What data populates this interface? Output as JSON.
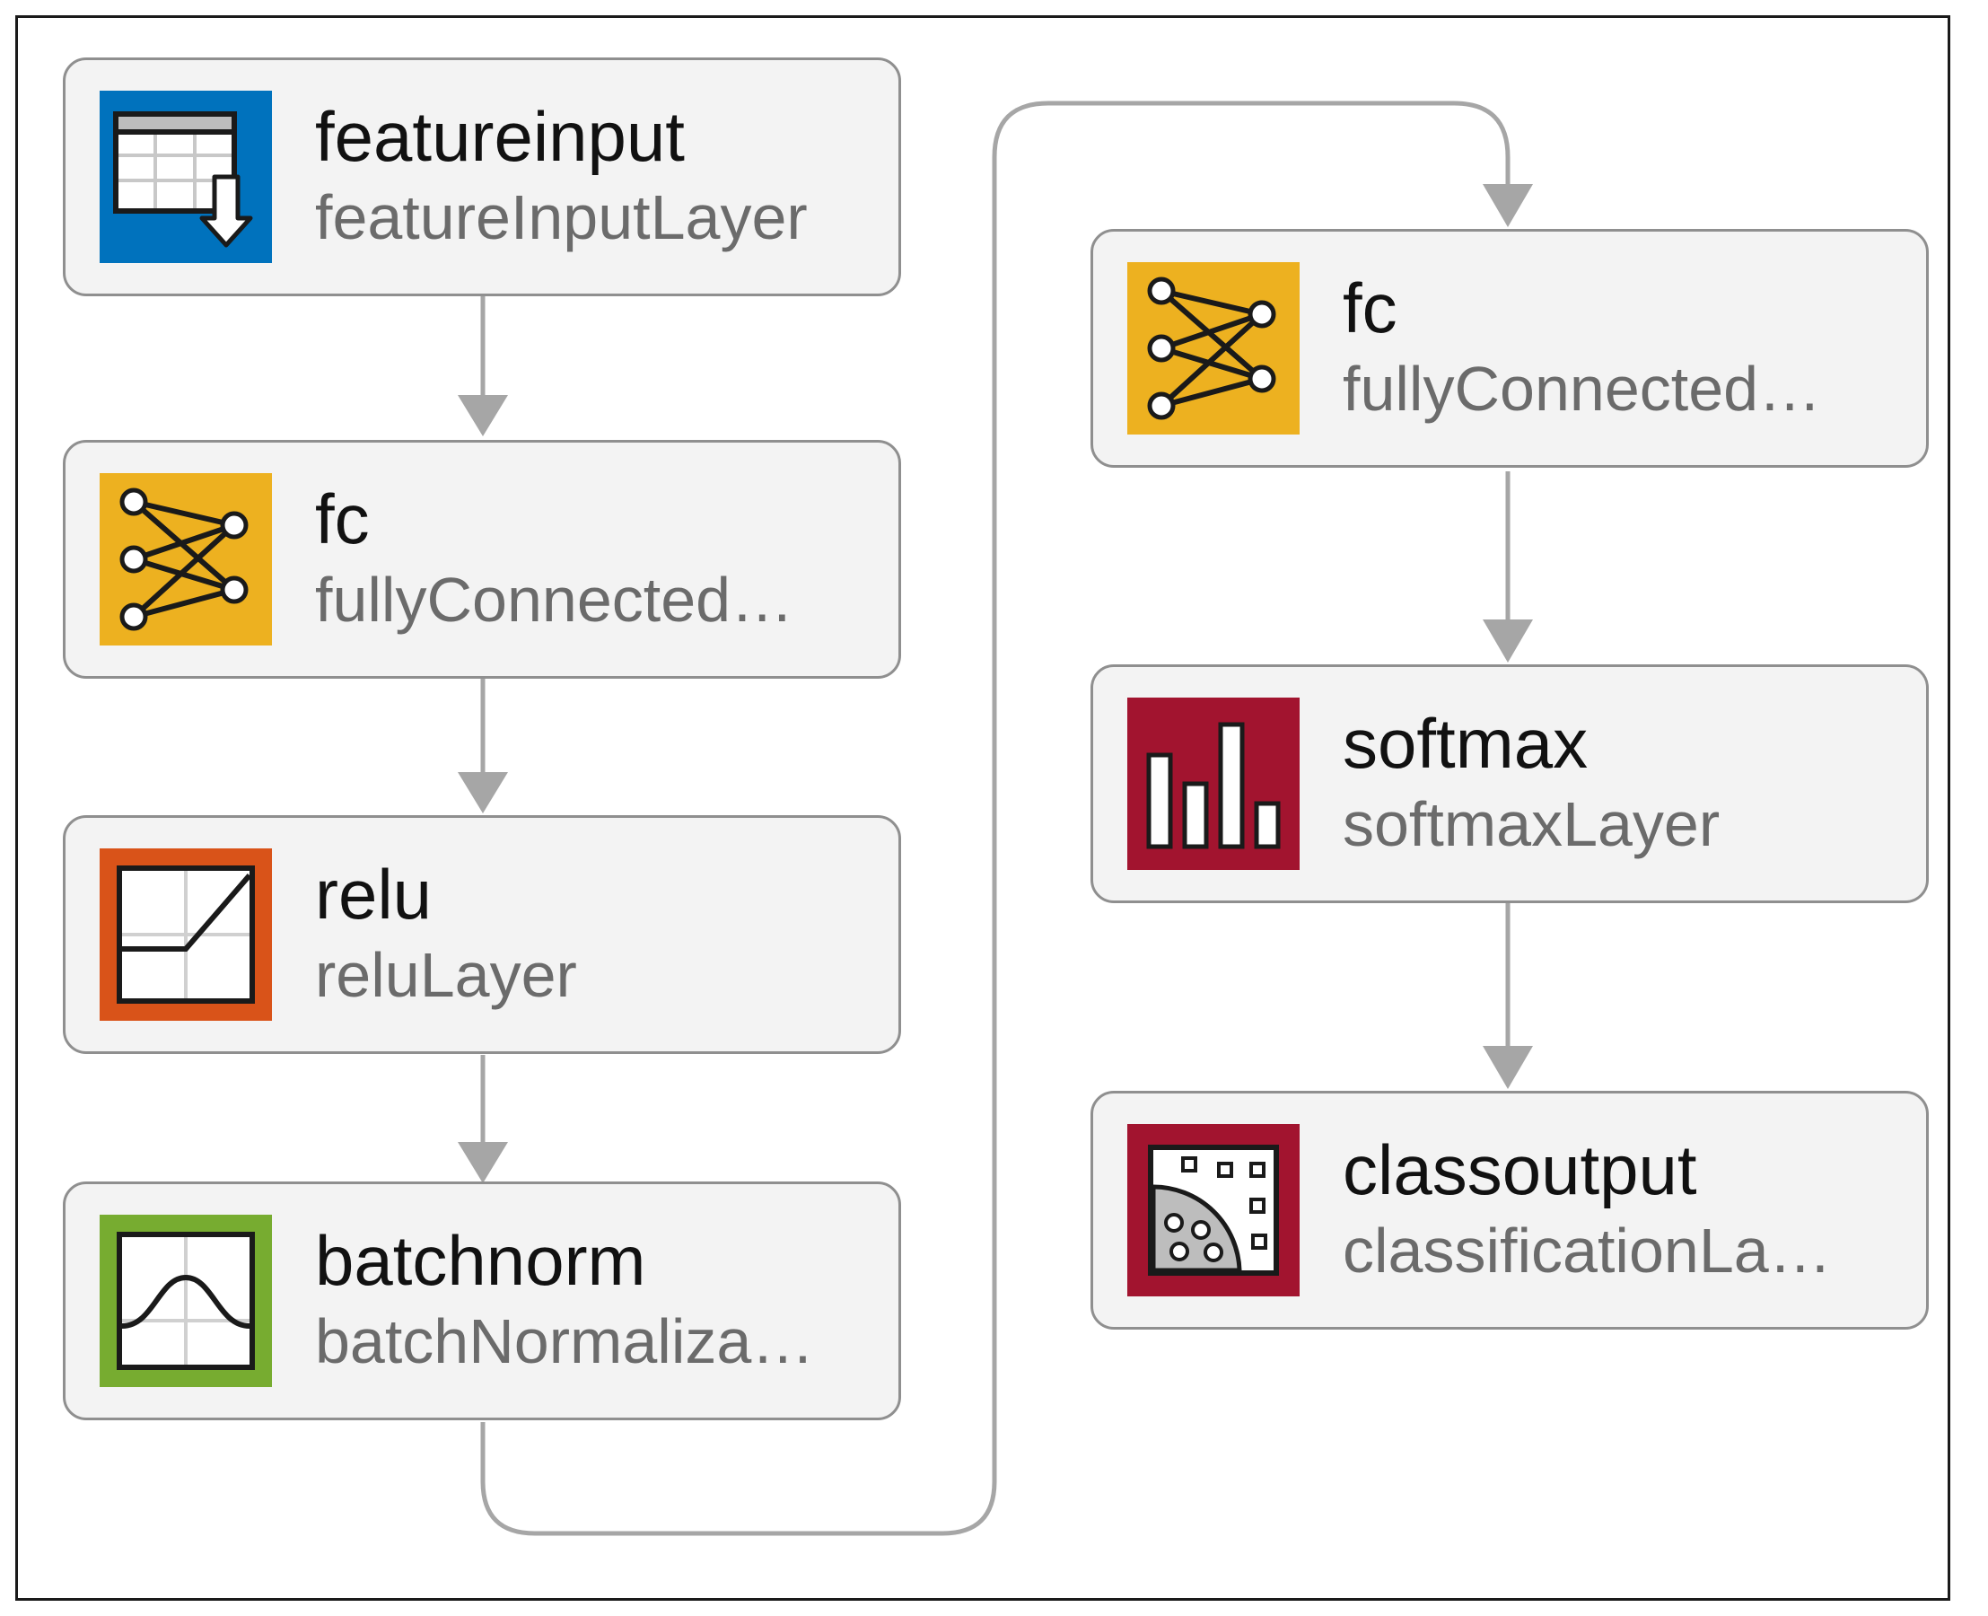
{
  "layers": [
    {
      "id": "n1",
      "name": "featureinput",
      "type": "featureInputLayer",
      "icon": "feature-input-icon",
      "color": "#0072BD"
    },
    {
      "id": "n2",
      "name": "fc",
      "type": "fullyConnected…",
      "icon": "fully-connected-icon",
      "color": "#EDB120"
    },
    {
      "id": "n3",
      "name": "relu",
      "type": "reluLayer",
      "icon": "relu-icon",
      "color": "#D95319"
    },
    {
      "id": "n4",
      "name": "batchnorm",
      "type": "batchNormaliza…",
      "icon": "batch-normalization-icon",
      "color": "#77AC30"
    },
    {
      "id": "n5",
      "name": "fc",
      "type": "fullyConnected…",
      "icon": "fully-connected-icon",
      "color": "#EDB120"
    },
    {
      "id": "n6",
      "name": "softmax",
      "type": "softmaxLayer",
      "icon": "softmax-icon",
      "color": "#A2142F"
    },
    {
      "id": "n7",
      "name": "classoutput",
      "type": "classificationLa…",
      "icon": "classification-output-icon",
      "color": "#A2142F"
    }
  ],
  "connections": [
    [
      "featureinput",
      "fc"
    ],
    [
      "fc",
      "relu"
    ],
    [
      "relu",
      "batchnorm"
    ],
    [
      "batchnorm",
      "fc"
    ],
    [
      "fc",
      "softmax"
    ],
    [
      "softmax",
      "classoutput"
    ]
  ],
  "colors": {
    "connector": "#a6a6a6",
    "node_border": "#8f8f8f",
    "node_fill": "#f3f3f3"
  }
}
